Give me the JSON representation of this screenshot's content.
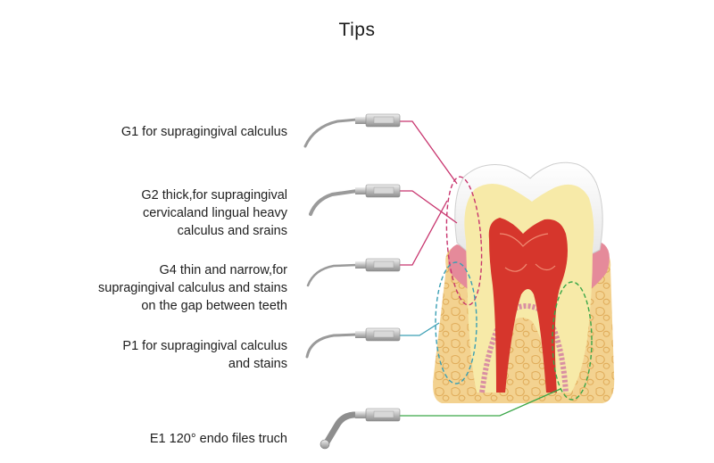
{
  "title": "Tips",
  "tips": [
    {
      "lines": [
        "G1 for supragingival calculus"
      ],
      "code": "G1",
      "line_color": "#c8356e"
    },
    {
      "lines": [
        "G2 thick,for supragingival",
        "cervicaland lingual heavy",
        "calculus and srains"
      ],
      "code": "G2",
      "line_color": "#c8356e"
    },
    {
      "lines": [
        "G4 thin and narrow,for",
        "supragingival calculus and stains",
        "on the gap between teeth"
      ],
      "code": "G4",
      "line_color": "#c8356e"
    },
    {
      "lines": [
        "P1 for supragingival calculus",
        "and stains"
      ],
      "code": "P1",
      "line_color": "#3a9fb4"
    },
    {
      "lines": [
        "E1 120°  endo files truch"
      ],
      "code": "E1",
      "line_color": "#3aa648"
    }
  ],
  "colors": {
    "enamel": "#f4f4f4",
    "dentin": "#f7eaa8",
    "pulp": "#d6362c",
    "gum": "#e58a9a",
    "bone": "#f3d290",
    "metal": "#c9c9c9"
  }
}
